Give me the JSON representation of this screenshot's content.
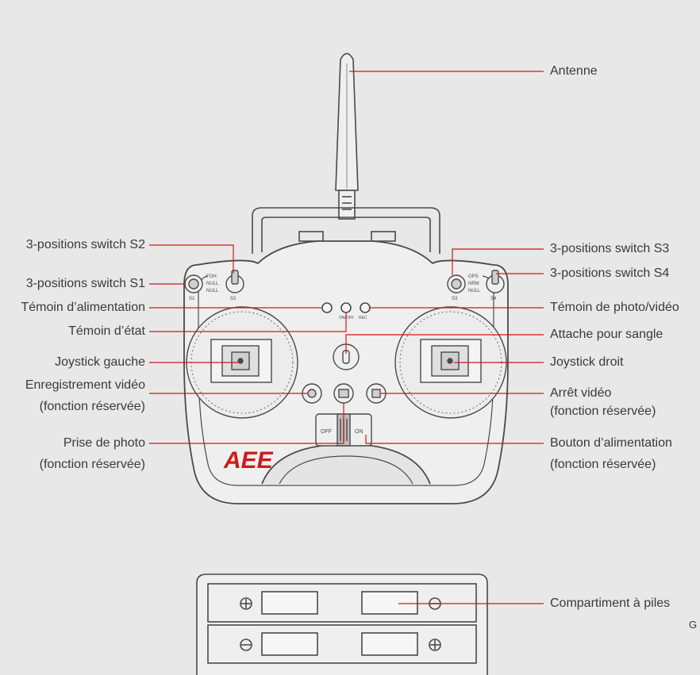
{
  "device": {
    "brand": "AEE",
    "switch_labels": [
      "S1",
      "S2",
      "S3",
      "S4"
    ],
    "s1_positions": [
      "FOH",
      "NULL",
      "NULL"
    ],
    "s3_positions": [
      "GPS",
      "NRM",
      "NULL"
    ],
    "led_marks": [
      "ON/OFF",
      "REC"
    ],
    "slider_labels": [
      "OFF",
      "ON"
    ],
    "photo_letter": "G"
  },
  "callouts": {
    "antenna": "Antenne",
    "switch_s2": "3-positions switch S2",
    "switch_s1": "3-positions switch S1",
    "power_led": "Témoin d’alimentation",
    "status_led": "Témoin d’état",
    "left_stick": "Joystick gauche",
    "video_record": "Enregistrement vidéo",
    "video_record_note": "(fonction réservée)",
    "photo_capture": "Prise de photo",
    "photo_capture_note": "(fonction réservée)",
    "switch_s3": "3-positions switch S3",
    "switch_s4": "3-positions switch S4",
    "photo_video_led": "Témoin de photo/vidéo",
    "strap_mount": "Attache pour sangle",
    "right_stick": "Joystick droit",
    "video_stop": "Arrêt vidéo",
    "video_stop_note": "(fonction réservée)",
    "power_button": "Bouton d’alimentation",
    "power_button_note": "(fonction réservée)",
    "battery_compartment": "Compartiment à piles"
  },
  "colors": {
    "background": "#e8e8e8",
    "outline": "#4a4a4a",
    "leader": "#d01919",
    "brand": "#d01919",
    "text": "#3a3a3a"
  }
}
